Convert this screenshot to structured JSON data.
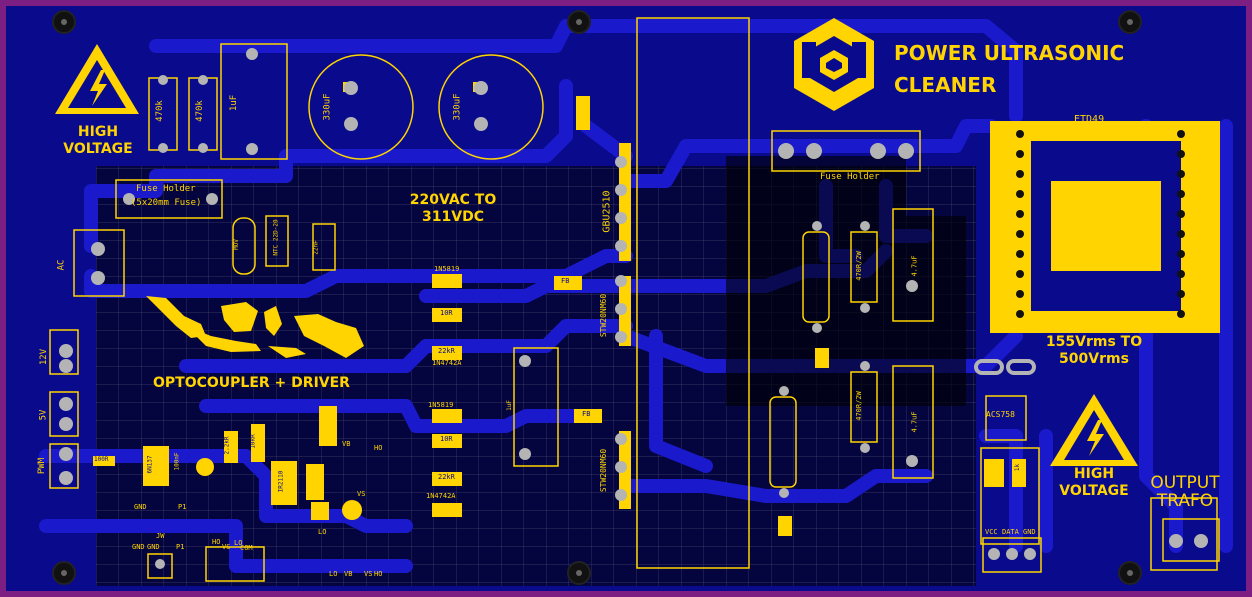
{
  "colors": {
    "board_border": "#7d1f82",
    "soldermask": "#0a0a8c",
    "trace": "#1a1acc",
    "silkscreen": "#ffd400",
    "pad": "#b4b4b4"
  },
  "title": {
    "line1": "POWER ULTRASONIC",
    "line2": "CLEANER"
  },
  "logo_icon": "hexagon-logo-icon",
  "warnings": {
    "left": {
      "line1": "HIGH",
      "line2": "VOLTAGE"
    },
    "right": {
      "line1": "HIGH",
      "line2": "VOLTAGE"
    }
  },
  "sections": {
    "rectifier": {
      "line1": "220VAC TO",
      "line2": "311VDC"
    },
    "driver": "OPTOCOUPLER + DRIVER",
    "output_range": {
      "line1": "155Vrms TO",
      "line2": "500Vrms"
    },
    "output": {
      "line1": "OUTPUT",
      "line2": "TRAFO"
    }
  },
  "components": {
    "fuse_holder_left": {
      "line1": "Fuse Holder",
      "line2": "(5x20mm Fuse)"
    },
    "fuse_holder_right": "Fuse Holder",
    "transformer": "ETD49",
    "bridge": "GBU2510",
    "mosfet_top": "STW20NM60",
    "mosfet_bottom": "STW20NM60",
    "current_sensor": "ACS758",
    "res_470k_1": "470k",
    "res_470k_2": "470k",
    "cap_1uf": "1uF",
    "cap_330uf_1": "330uF",
    "cap_330uf_2": "330uF",
    "diode_1n5819_1": "1N5819",
    "diode_1n5819_2": "1N5819",
    "zener_1": "1N4742A",
    "zener_2": "1N4742A",
    "res_10r_1": "10R",
    "res_10r_2": "10R",
    "res_22k_1": "22kR",
    "res_22k_2": "22kR",
    "fb_1": "FB",
    "fb_2": "FB",
    "res_470r_2w_1": "470R/2W",
    "res_470r_2w_2": "470R/2W",
    "cap_4u7_1": "4.7uF",
    "cap_4u7_2": "4.7uF",
    "res_1k": "1k",
    "res_2_2k": "2.2kR",
    "res_10k": "10kR",
    "res_100r": "100R",
    "opto": "6N137",
    "driver_ic": "IR2110",
    "cap_100nf": "100nF",
    "mov": "MOV",
    "thermistor": "NTC 22D-20",
    "cap_22nf": "22nF",
    "cap_1uf_snub": "1uF"
  },
  "connectors": {
    "ac": "AC",
    "v12": "12V",
    "v5": "5V",
    "pwm": "PWM",
    "sensor_pins": [
      "VCC",
      "DATA",
      "GND"
    ],
    "gnd_p1_top": [
      "GND",
      "P1"
    ],
    "gnd_p1_bottom": [
      "GND",
      "GND",
      "P1"
    ],
    "jw": "JW",
    "ho_vs_lo_com": [
      "HO",
      "VS",
      "LO",
      "COM"
    ],
    "lo_vb_vs": [
      "LO",
      "VB",
      "VS",
      "HO"
    ],
    "vb": "VB",
    "vs": "VS",
    "ho": "HO",
    "lo": "LO"
  }
}
